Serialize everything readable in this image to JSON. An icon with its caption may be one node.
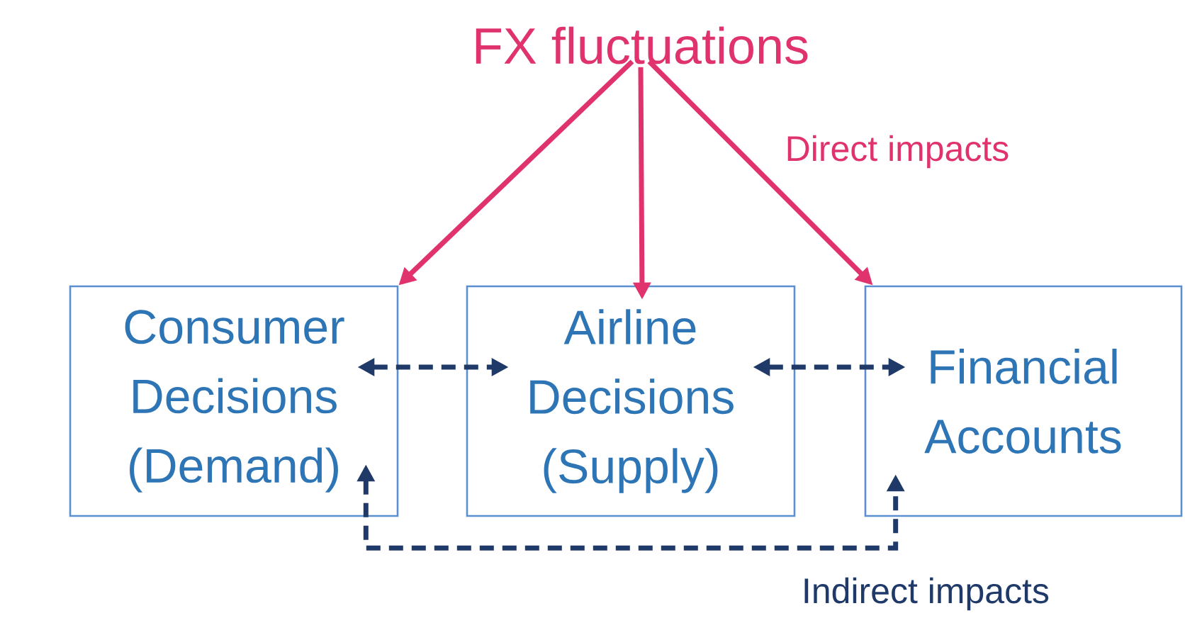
{
  "diagram": {
    "nodes": [
      {
        "text": [
          "FX fluctuations"
        ]
      },
      {
        "text": [
          "Consumer Decisions (Demand)"
        ]
      },
      {
        "text": [
          "Airline Decisions (Supply)"
        ]
      },
      {
        "text": [
          "Financial Accounts"
        ]
      }
    ],
    "edges": [
      {
        "from": 0,
        "to": 1,
        "arrow": "to",
        "color": "#e0336d"
      },
      {
        "from": 0,
        "to": 2,
        "arrow": "to",
        "color": "#e0336d"
      },
      {
        "from": 0,
        "to": 3,
        "arrow": "to",
        "color": "#e0336d",
        "label": "Direct impacts"
      },
      {
        "from": 1,
        "to": 2,
        "arrow": "both",
        "style": "dashed",
        "color": "#1f3a68"
      },
      {
        "from": 2,
        "to": 3,
        "arrow": "both",
        "style": "dashed",
        "color": "#1f3a68"
      },
      {
        "from": 1,
        "to": 3,
        "arrow": "both",
        "style": "dashed",
        "color": "#1f3a68",
        "label": "Indirect impacts"
      }
    ]
  }
}
